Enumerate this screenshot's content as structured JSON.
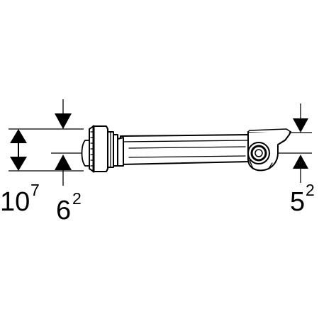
{
  "dimensions": {
    "left": {
      "base": "10",
      "sup": "7"
    },
    "middle": {
      "base": "6",
      "sup": "2"
    },
    "right": {
      "base": "5",
      "sup": "2"
    }
  },
  "colors": {
    "ink": "#000000",
    "paper": "#ffffff"
  }
}
